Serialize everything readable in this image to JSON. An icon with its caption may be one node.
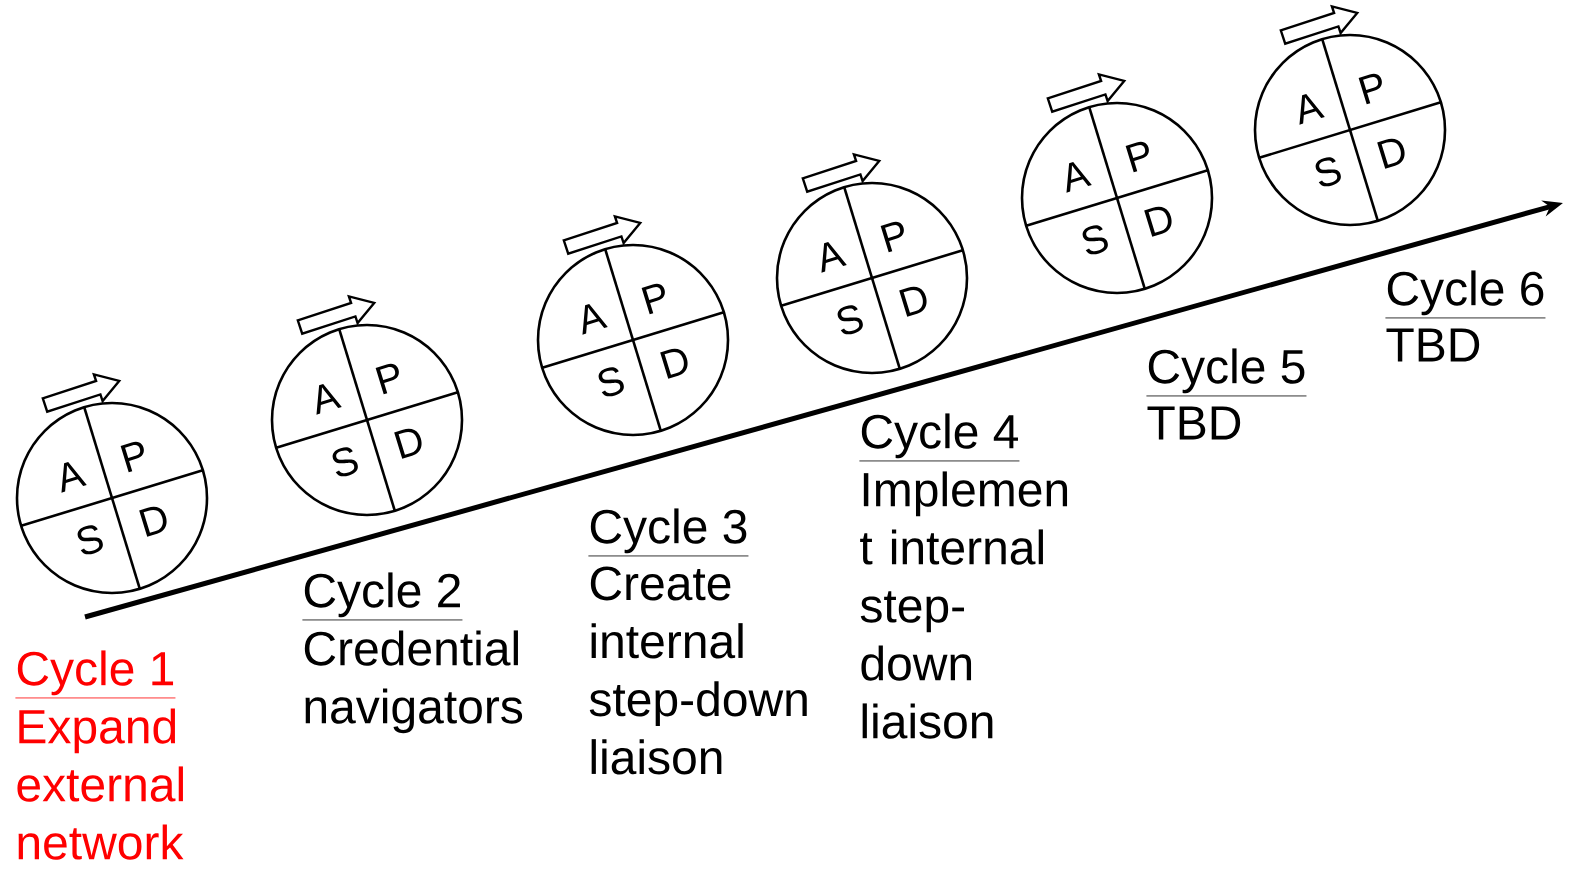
{
  "diagram": {
    "nodes": [
      {
        "text": [
          "A",
          "P",
          "S",
          "D"
        ]
      },
      {
        "text": [
          "A",
          "P",
          "S",
          "D"
        ]
      },
      {
        "text": [
          "A",
          "P",
          "S",
          "D"
        ]
      },
      {
        "text": [
          "A",
          "P",
          "S",
          "D"
        ]
      },
      {
        "text": [
          "A",
          "P",
          "S",
          "D"
        ]
      },
      {
        "text": [
          "A",
          "P",
          "S",
          "D"
        ]
      }
    ],
    "edges": [],
    "labels": [
      "Cycle 1",
      "Expand external network",
      "Cycle 2",
      "Credential navigators",
      "Cycle 3",
      "Create internal step-down liaison",
      "Cycle 4",
      "Implemen t internal step- down liaison",
      "Cycle 5",
      "TBD",
      "Cycle 6",
      "TBD"
    ]
  }
}
